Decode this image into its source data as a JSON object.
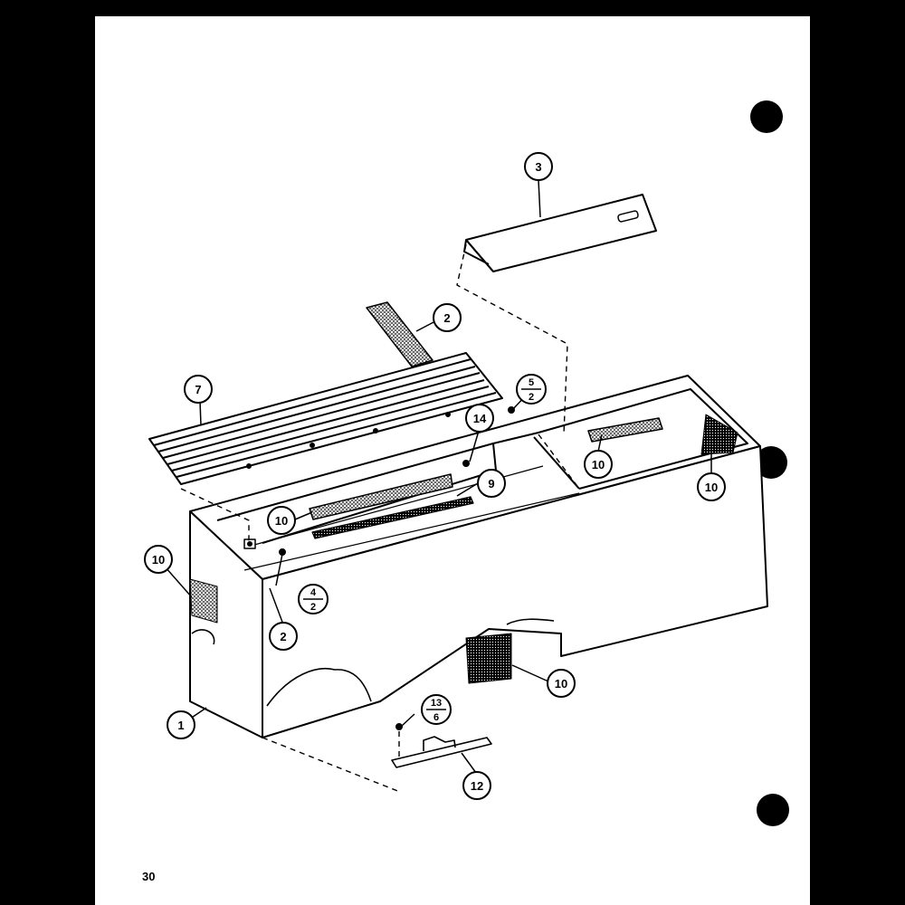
{
  "page_number": "30",
  "callouts": {
    "c1": "1",
    "c2_top": "2",
    "c2_bottom": "2",
    "c3": "3",
    "c7": "7",
    "c9": "9",
    "c10_left": "10",
    "c10_center": "10",
    "c10_right_inner": "10",
    "c10_right": "10",
    "c10_bottom": "10",
    "c12": "12",
    "c14": "14"
  },
  "fraction_callouts": {
    "f_top": {
      "num": "5",
      "den": "2"
    },
    "f_mid": {
      "num": "4",
      "den": "2"
    },
    "f_bottom": {
      "num": "13",
      "den": "6"
    }
  },
  "colors": {
    "ink": "#000000",
    "paper": "#ffffff",
    "border": "#000000"
  }
}
